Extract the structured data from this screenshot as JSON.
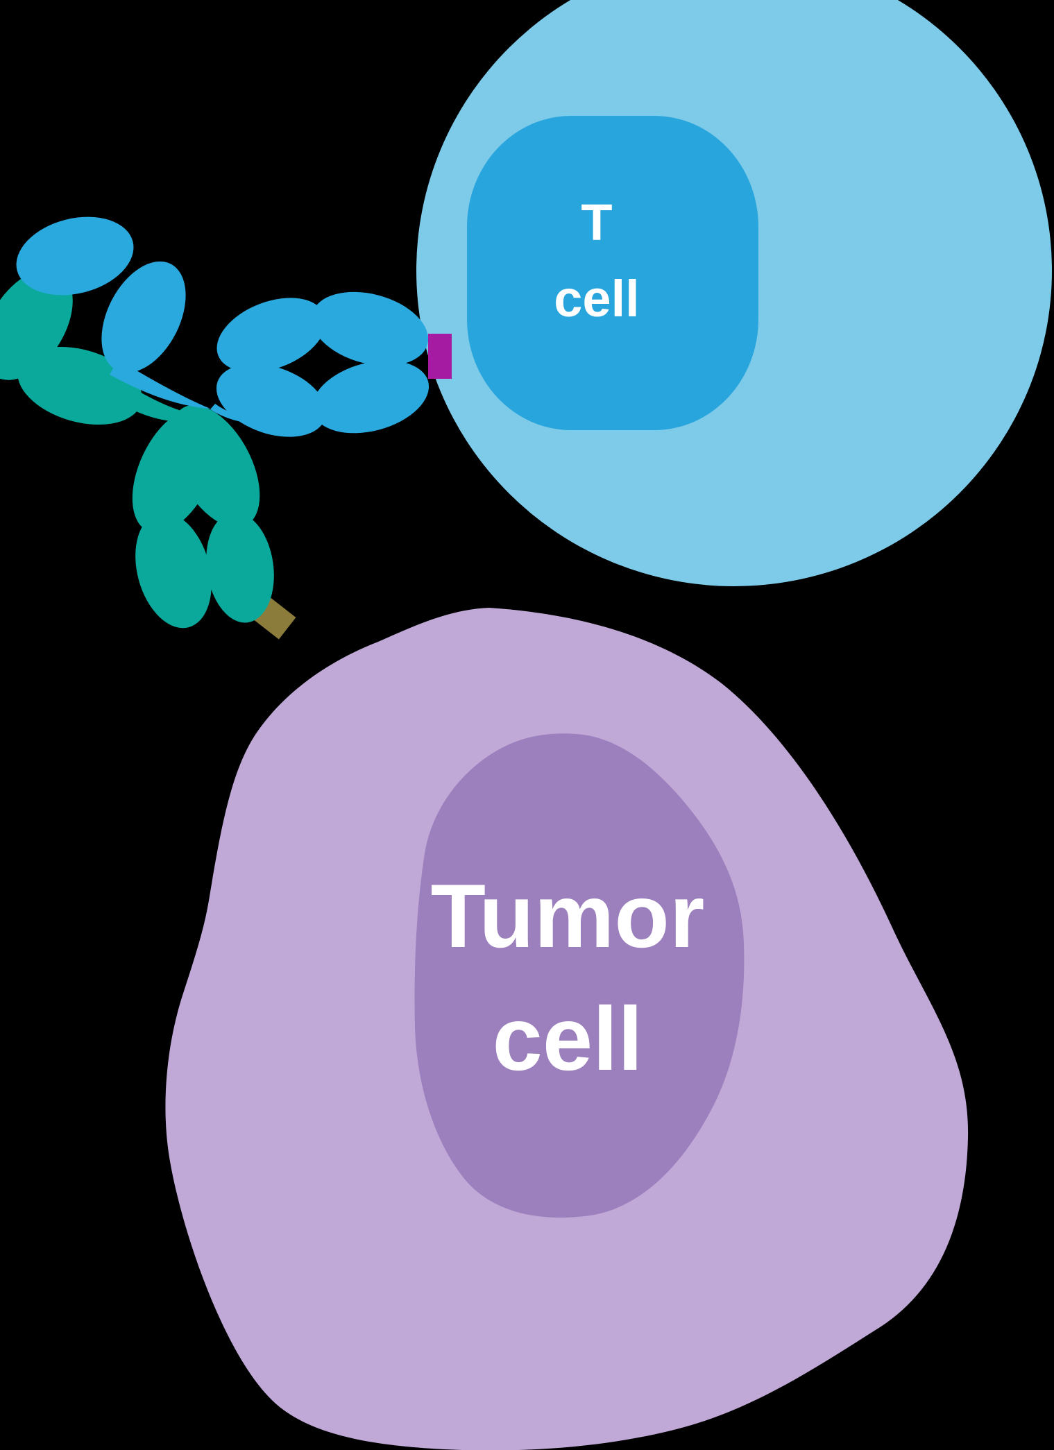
{
  "diagram": {
    "description": "Bispecific antibody bridging a T cell and a tumor cell",
    "t_cell": {
      "label_line1": "T",
      "label_line2": "cell"
    },
    "tumor_cell": {
      "label_line1": "Tumor",
      "label_line2": "cell"
    }
  },
  "colors": {
    "background": "#000000",
    "t_cell_body": "#7ECBE9",
    "t_cell_nucleus": "#29A5DD",
    "tumor_cell_body": "#C0A9D7",
    "tumor_cell_nucleus": "#9C7FBD",
    "antibody_blue": "#2AA9DF",
    "antibody_teal": "#0AA99B",
    "t_cell_connector_magenta": "#A51CA3",
    "tumor_connector_olive": "#8C7C3B",
    "label_text": "#FFFFFF"
  }
}
